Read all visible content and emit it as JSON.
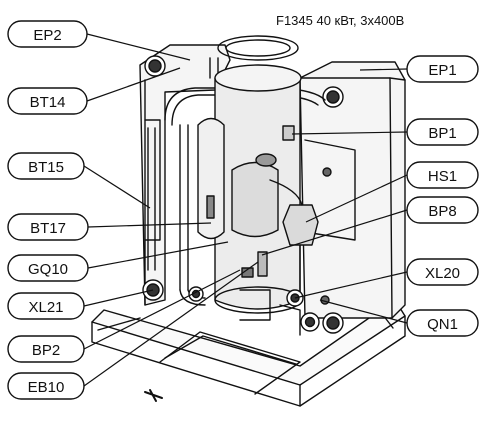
{
  "caption": "F1345 40 кВт, 3x400В",
  "components": {
    "ep2": "EP2",
    "bt14": "BT14",
    "bt15": "BT15",
    "bt17": "BT17",
    "gq10": "GQ10",
    "xl21": "XL21",
    "bp2": "BP2",
    "eb10": "EB10",
    "ep1": "EP1",
    "bp1": "BP1",
    "hs1": "HS1",
    "bp8": "BP8",
    "xl20": "XL20",
    "qn1": "QN1"
  }
}
